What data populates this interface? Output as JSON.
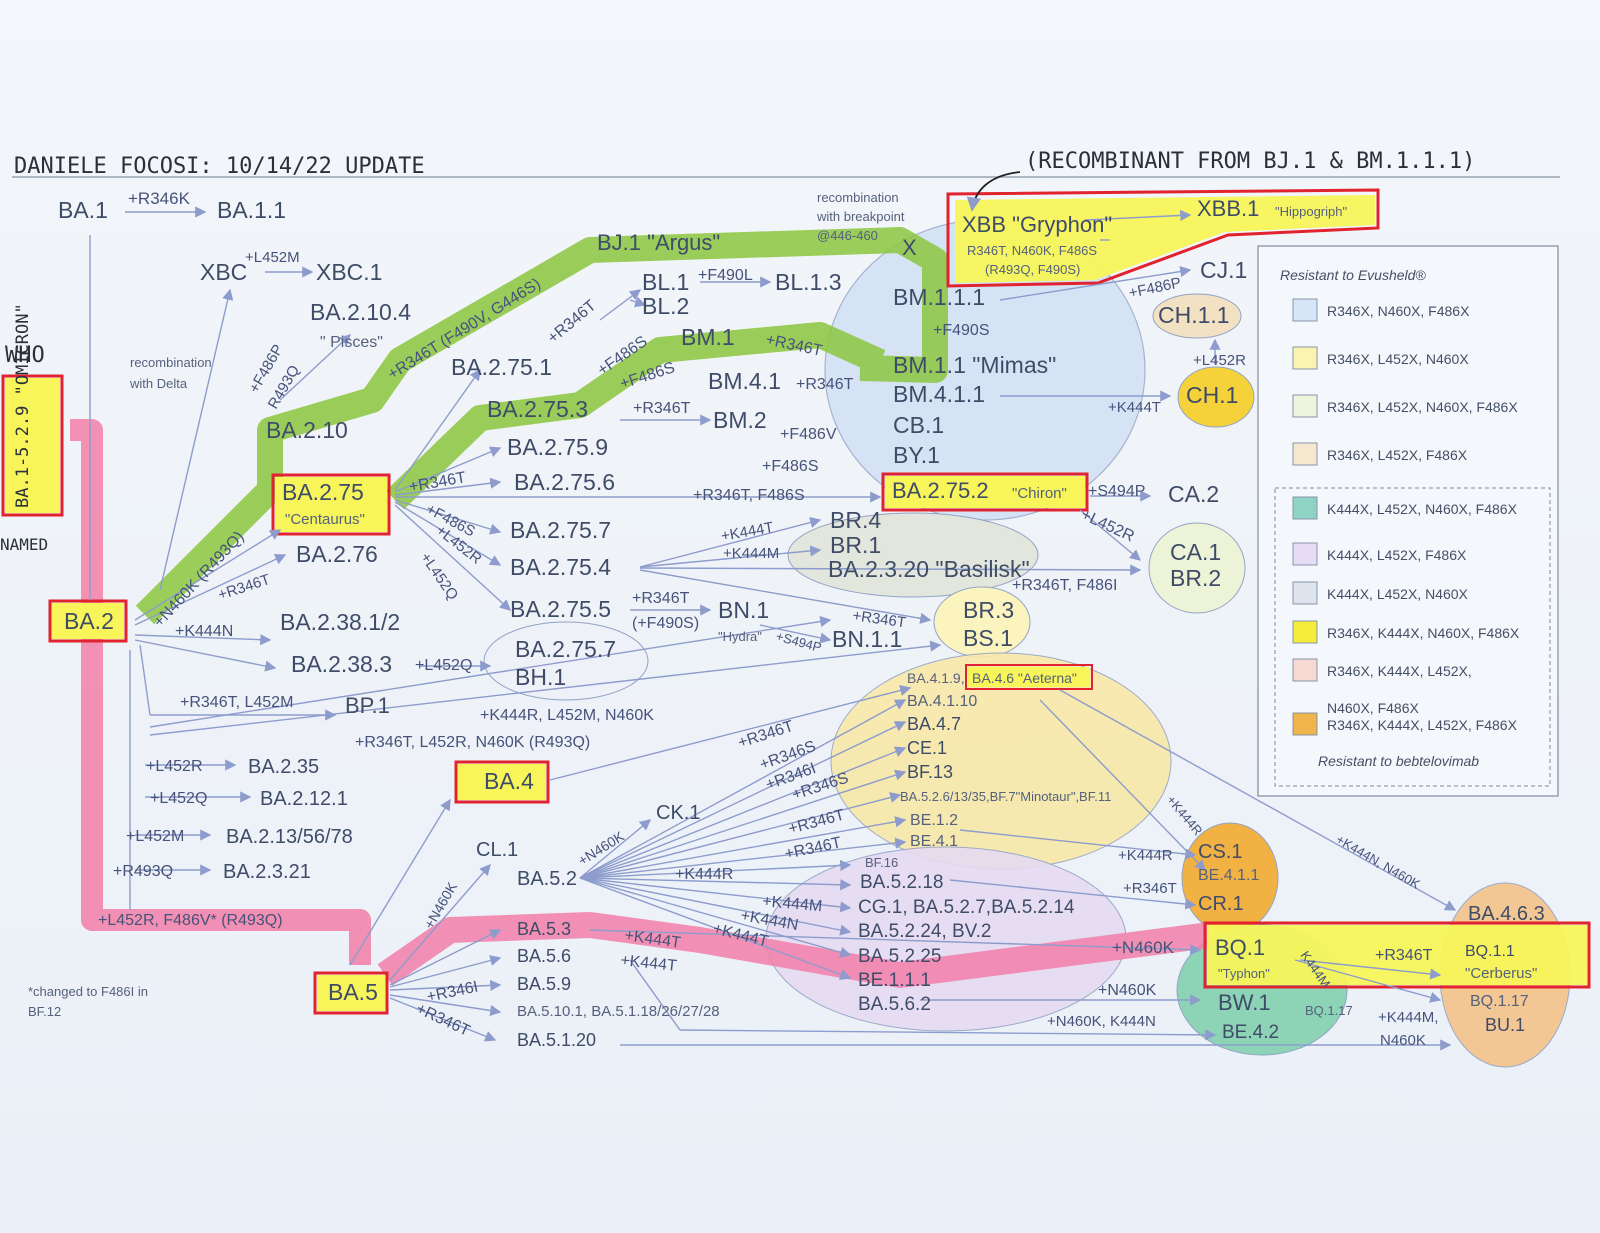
{
  "header": {
    "author": "DANIELE FOCOSI: 10/14/22 UPDATE",
    "recombinant_note": "(RECOMBINANT FROM BJ.1 & BM.1.1.1)",
    "who": "WHO",
    "named": "NAMED",
    "omicron_label": "BA.1-5.2.9 \"OMICRON\""
  },
  "nodes": {
    "ba1": "BA.1",
    "ba11": "BA.1.1",
    "xbc": "XBC",
    "xbc1": "XBC.1",
    "ba2104": "BA.2.10.4",
    "pisces": "\" Pisces\"",
    "ba210": "BA.2.10",
    "bj1": "BJ.1 \"Argus\"",
    "xbb": "XBB \"Gryphon\"",
    "xbb1": "XBB.1",
    "hippogriph": "\"Hippogriph\"",
    "xbb_muts1": "R346T, N460K, F486S",
    "xbb_muts2": "(R493Q, F490S)",
    "cj1": "CJ.1",
    "bl1": "BL.1",
    "bl13": "BL.1.3",
    "bl2": "BL.2",
    "bm111": "BM.1.1.1",
    "ch11": "CH.1.1",
    "bm1": "BM.1",
    "bm11": "BM.1.1 \"Mimas\"",
    "ba2751": "BA.2.75.1",
    "bm41": "BM.4.1",
    "bm411": "BM.4.1.1",
    "ch1": "CH.1",
    "ba2753": "BA.2.75.3",
    "bm2": "BM.2",
    "cb1": "CB.1",
    "ba2759": "BA.2.75.9",
    "by1": "BY.1",
    "ba2756": "BA.2.75.6",
    "ba275": "BA.2.75",
    "centaurus": "\"Centaurus\"",
    "ba2752": "BA.2.75.2",
    "chiron": "\"Chiron\"",
    "ca2": "CA.2",
    "ba2757": "BA.2.75.7",
    "br4": "BR.4",
    "br1": "BR.1",
    "ba2320": "BA.2.3.20 \"Basilisk\"",
    "ca1": "CA.1",
    "br2": "BR.2",
    "ba276": "BA.2.76",
    "ba2754": "BA.2.75.4",
    "ba2755": "BA.2.75.5",
    "bn1": "BN.1",
    "hydra": "\"Hydra\"",
    "bn11": "BN.1.1",
    "br3": "BR.3",
    "bs1": "BS.1",
    "ba2": "BA.2",
    "ba238": "BA.2.38.1/2",
    "ba2383": "BA.2.38.3",
    "ba2757b": "BA.2.75.7",
    "bh1": "BH.1",
    "bp1": "BP.1",
    "ba419": "BA.4.1.9,",
    "ba46": "BA.4.6 \"Aeterna\"",
    "ba4110": "BA.4.1.10",
    "ba47": "BA.4.7",
    "ce1": "CE.1",
    "bf13": "BF.13",
    "ba526": "BA.5.2.6/13/35,BF.7\"Minotaur\",BF.11",
    "be12": "BE.1.2",
    "be41": "BE.4.1",
    "ba235": "BA.2.35",
    "ba2121": "BA.2.12.1",
    "ba4": "BA.4",
    "ba213": "BA.2.13/56/78",
    "ck1": "CK.1",
    "ba2321": "BA.2.3.21",
    "cl1": "CL.1",
    "cs1": "CS.1",
    "be411": "BE.4.1.1",
    "cr1": "CR.1",
    "ba52": "BA.5.2",
    "bf16": "BF.16",
    "ba5218": "BA.5.2.18",
    "cg1": "CG.1, BA.5.2.7,BA.5.2.14",
    "ba5224": "BA.5.2.24, BV.2",
    "ba5225": "BA.5.2.25",
    "ba463": "BA.4.6.3",
    "ba53": "BA.5.3",
    "bq1": "BQ.1",
    "typhon": "\"Typhon\"",
    "bq11": "BQ.1.1",
    "cerberus": "\"Cerberus\"",
    "ba56": "BA.5.6",
    "be111": "BE.1.1.1",
    "ba5": "BA.5",
    "ba59": "BA.5.9",
    "bw1": "BW.1",
    "bq117a": "BQ.1.17",
    "bq117b": "BQ.1.17",
    "ba5101": "BA.5.10.1, BA.5.1.18/26/27/28",
    "ba562": "BA.5.6.2",
    "be42": "BE.4.2",
    "bu1": "BU.1",
    "ba5120": "BA.5.1.20"
  },
  "mutations": {
    "m_r346k": "+R346K",
    "m_l452m_xbc": "+L452M",
    "m_f486p_a": "+F486P",
    "m_r493q": "R493Q",
    "m_green_bj": "+R346T (F490V, G446S)",
    "m_f490l": "+F490L",
    "m_r346t_bl": "+R346T",
    "m_f486s_bm1": "+F486S",
    "m_f486s_bm41": "+F486S",
    "m_r346t_bm1": "+R346T",
    "m_r346t_bm41": "+R346T",
    "m_f490s": "+F490S",
    "m_l452r_ch": "+L452R",
    "m_f486p_cj": "+F486P",
    "m_k444t_ch": "+K444T",
    "m_r346t_bm2": "+R346T",
    "m_f486v": "+F486V",
    "m_f486s_by": "+F486S",
    "m_r346t_275": "+R346T",
    "m_r346t_f486s": "+R346T, F486S",
    "m_s494p": "+S494P",
    "m_l452r_ca": "+L452R",
    "m_f486s_2757": "+F486S",
    "m_l452r_2754": "+L452R",
    "m_l452q": "+L452Q",
    "m_k444t_br": "+K444T",
    "m_k444m_br": "+K444M",
    "m_r346t_f486i": "+R346T, F486I",
    "m_r346t_bn": "+R346T",
    "m_f490s_bn": "(+F490S)",
    "m_r346t_br3": "+R346T",
    "m_s494p_bn": "+S494P",
    "m_n460k_green": "+N460K (R493Q)",
    "m_r346t_276": "+R346T",
    "m_k444n": "+K444N",
    "m_l452q_bh": "+L452Q",
    "m_r346t_l452m": "+R346T, L452M",
    "m_k444r_l452m": "+K444R, L452M, N460K",
    "m_r346t_l452r_n460k": "+R346T, L452R, N460K (R493Q)",
    "m_l452r": "+L452R",
    "m_l452q2": "+L452Q",
    "m_l452m": "+L452M",
    "m_r493q_2": "+R493Q",
    "m_ba5_pink": "+L452R, F486V* (R493Q)",
    "m_r346t_ba4a": "+R346T",
    "m_r346s_a": "+R346S",
    "m_r346i_a": "+R346I",
    "m_r346s_b": "+R346S",
    "m_r346t_b": "+R346T",
    "m_r346t_c": "+R346T",
    "m_k444r_cs": "+K444R",
    "m_k444r_diag": "+K444R",
    "m_r346t_cr": "+R346T",
    "m_n460k_ck": "+N460K",
    "m_n460k_cl": "+N460K",
    "m_k444r_52": "+K444R",
    "m_k444m_52": "+K444M",
    "m_k444n_52": "+K444N",
    "m_k444t_52": "+K444T",
    "m_k444t_53": "+K444T",
    "m_k444t_56": "+K444T",
    "m_n460k_bq": "+N460K",
    "m_r346t_bq11": "+R346T",
    "m_k444m_bq": "K444M",
    "m_n460k_bw": "+N460K",
    "m_n460k_k444n": "+N460K, K444N",
    "m_k444m_n460k": "+K444M,",
    "m_n460k_2": "N460K",
    "m_k444n_n460k": "+K444N, N460K",
    "m_r346i_5": "+R346I",
    "m_r346t_5": "+R346T"
  },
  "notes": {
    "recomb1": "recombination",
    "recomb2": "with breakpoint",
    "recomb3": "@446-460",
    "x_mark": "X",
    "delta1": "recombination",
    "delta2": "with Delta",
    "footnote1": "*changed to F486I in",
    "footnote2": "BF.12"
  },
  "legend": {
    "title": "Resistant to Evusheld®",
    "items": [
      {
        "color": "#d7e6f6",
        "label": "R346X, N460X, F486X"
      },
      {
        "color": "#fbf3b0",
        "label": "R346X, L452X, N460X"
      },
      {
        "color": "#eef5dc",
        "label": "R346X, L452X, N460X, F486X"
      },
      {
        "color": "#f6e8cf",
        "label": "R346X, L452X, F486X"
      },
      {
        "color": "#8fd3c4",
        "label": "K444X, L452X, N460X, F486X"
      },
      {
        "color": "#e6ddf4",
        "label": "K444X, L452X, F486X"
      },
      {
        "color": "#dde4ee",
        "label": "K444X, L452X, N460X"
      },
      {
        "color": "#f5ec3c",
        "label": "R346X, K444X, N460X, F486X"
      },
      {
        "color": "#f5d9d2",
        "label": "R346X, K444X, L452X,"
      },
      {
        "color": "#f0b54a",
        "label": "R346X, K444X, L452X, F486X"
      }
    ],
    "item9_line2": "N460X, F486X",
    "footer": "Resistant to bebtelovimab"
  },
  "colors": {
    "highlight_green": "#8cc63f",
    "highlight_pink": "#f27fa8",
    "highlight_yellow": "#f7f55a",
    "box_red": "#e0232e",
    "arrow": "#8d9ccc"
  }
}
